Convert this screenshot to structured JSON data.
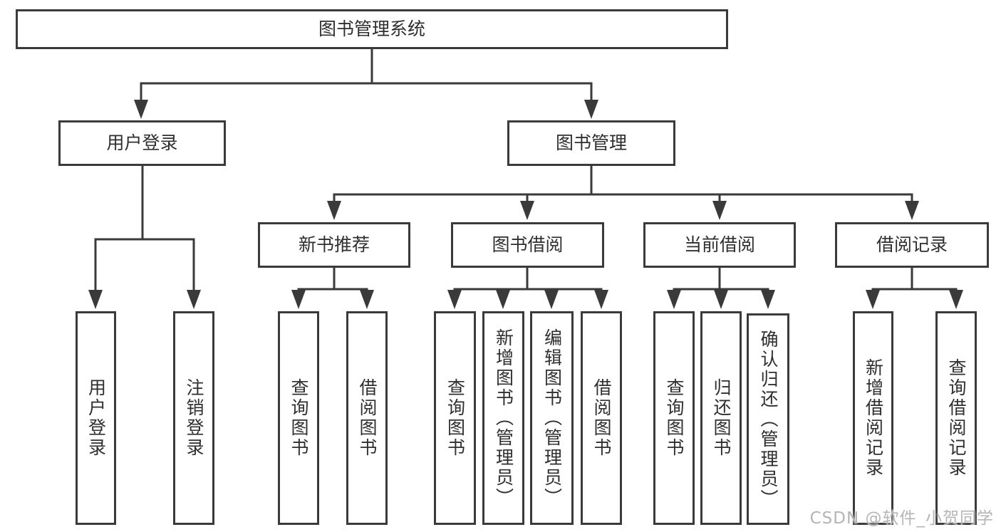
{
  "diagram": {
    "root": {
      "label": "图书管理系统"
    },
    "branches": [
      {
        "label": "用户登录",
        "children": [
          {
            "label": "用户登录"
          },
          {
            "label": "注销登录"
          }
        ]
      },
      {
        "label": "图书管理",
        "children": [
          {
            "label": "新书推荐",
            "children": [
              {
                "label": "查询图书"
              },
              {
                "label": "借阅图书"
              }
            ]
          },
          {
            "label": "图书借阅",
            "children": [
              {
                "label": "查询图书"
              },
              {
                "label": "新增图书（管理员）"
              },
              {
                "label": "编辑图书（管理员）"
              },
              {
                "label": "借阅图书"
              }
            ]
          },
          {
            "label": "当前借阅",
            "children": [
              {
                "label": "查询图书"
              },
              {
                "label": "归还图书"
              },
              {
                "label": "确认归还（管理员）"
              }
            ]
          },
          {
            "label": "借阅记录",
            "children": [
              {
                "label": "新增借阅记录"
              },
              {
                "label": "查询借阅记录"
              }
            ]
          }
        ]
      }
    ]
  },
  "watermark": {
    "text": "CSDN @软件_小贺同学"
  },
  "colors": {
    "line": "#3a3a3a",
    "text": "#2f2f2f",
    "background": "#ffffff",
    "watermark": "#b5b5b5"
  }
}
